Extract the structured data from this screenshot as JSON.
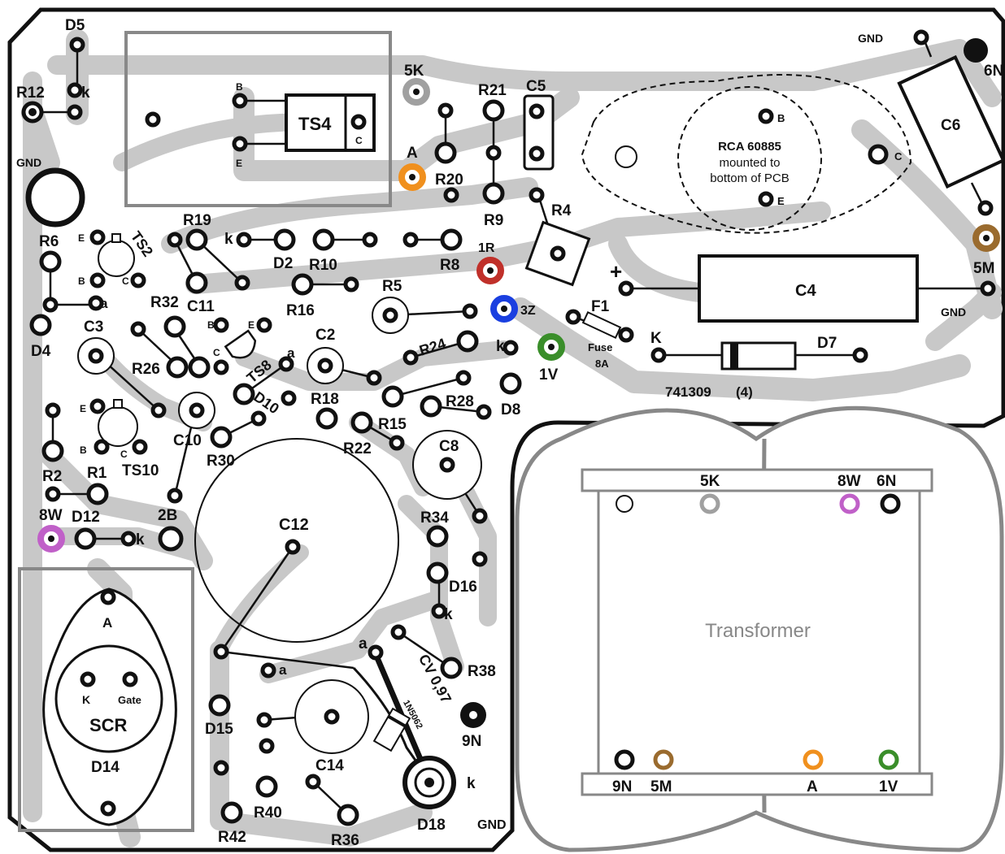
{
  "components": {
    "ts4": "TS4",
    "ts2": "TS2",
    "ts8": "TS8",
    "ts10": "TS10",
    "d2": "D2",
    "d4": "D4",
    "d5": "D5",
    "d7": "D7",
    "d8": "D8",
    "d10": "D10",
    "d12": "D12",
    "d14": "D14",
    "d15": "D15",
    "d16": "D16",
    "d18": "D18",
    "r1": "R1",
    "r2": "R2",
    "r4": "R4",
    "r5": "R5",
    "r6": "R6",
    "r8": "R8",
    "r9": "R9",
    "r10": "R10",
    "r12": "R12",
    "r15": "R15",
    "r16": "R16",
    "r18": "R18",
    "r19": "R19",
    "r20": "R20",
    "r21": "R21",
    "r22": "R22",
    "r24": "R24",
    "r26": "R26",
    "r28": "R28",
    "r30": "R30",
    "r32": "R32",
    "r34": "R34",
    "r36": "R36",
    "r38": "R38",
    "r40": "R40",
    "r42": "R42",
    "c2": "C2",
    "c3": "C3",
    "c4": "C4",
    "c5": "C5",
    "c6": "C6",
    "c8": "C8",
    "c10": "C10",
    "c11": "C11",
    "c12": "C12",
    "c14": "C14",
    "f1": "F1",
    "scr": "SCR"
  },
  "pins": {
    "b": "B",
    "c": "C",
    "e": "E",
    "k": "k",
    "a": "a",
    "kcap": "K",
    "anode": "A",
    "gate": "Gate",
    "plus": "+"
  },
  "terminals": {
    "gnd": "GND",
    "t5k": "5K",
    "ta": "A",
    "t1r": "1R",
    "t3z": "3Z",
    "t1v": "1V",
    "t6n": "6N",
    "t5m": "5M",
    "t8w": "8W",
    "t2b": "2B",
    "t9n": "9N"
  },
  "rca_note": {
    "line1": "RCA 60885",
    "line2": "mounted to",
    "line3": "bottom of PCB"
  },
  "fuse": {
    "label": "Fuse",
    "rating": "8A"
  },
  "part_code": "741309",
  "part_qty": "(4)",
  "diode_marks": {
    "cv": "CV 0,97",
    "part": "1N5062"
  },
  "transformer": {
    "title": "Transformer",
    "top_pins": [
      "5K",
      "8W",
      "6N"
    ],
    "bottom_pins": [
      "9N",
      "5M",
      "A",
      "1V"
    ]
  },
  "colors": {
    "track": "#c8c8c8",
    "orange": "#f0901e",
    "red": "#c0302a",
    "blue": "#1a3fe0",
    "green": "#3a8e2a",
    "brown": "#9a6b2e",
    "purple": "#c060c8",
    "gray_pad": "#a0a0a0"
  }
}
